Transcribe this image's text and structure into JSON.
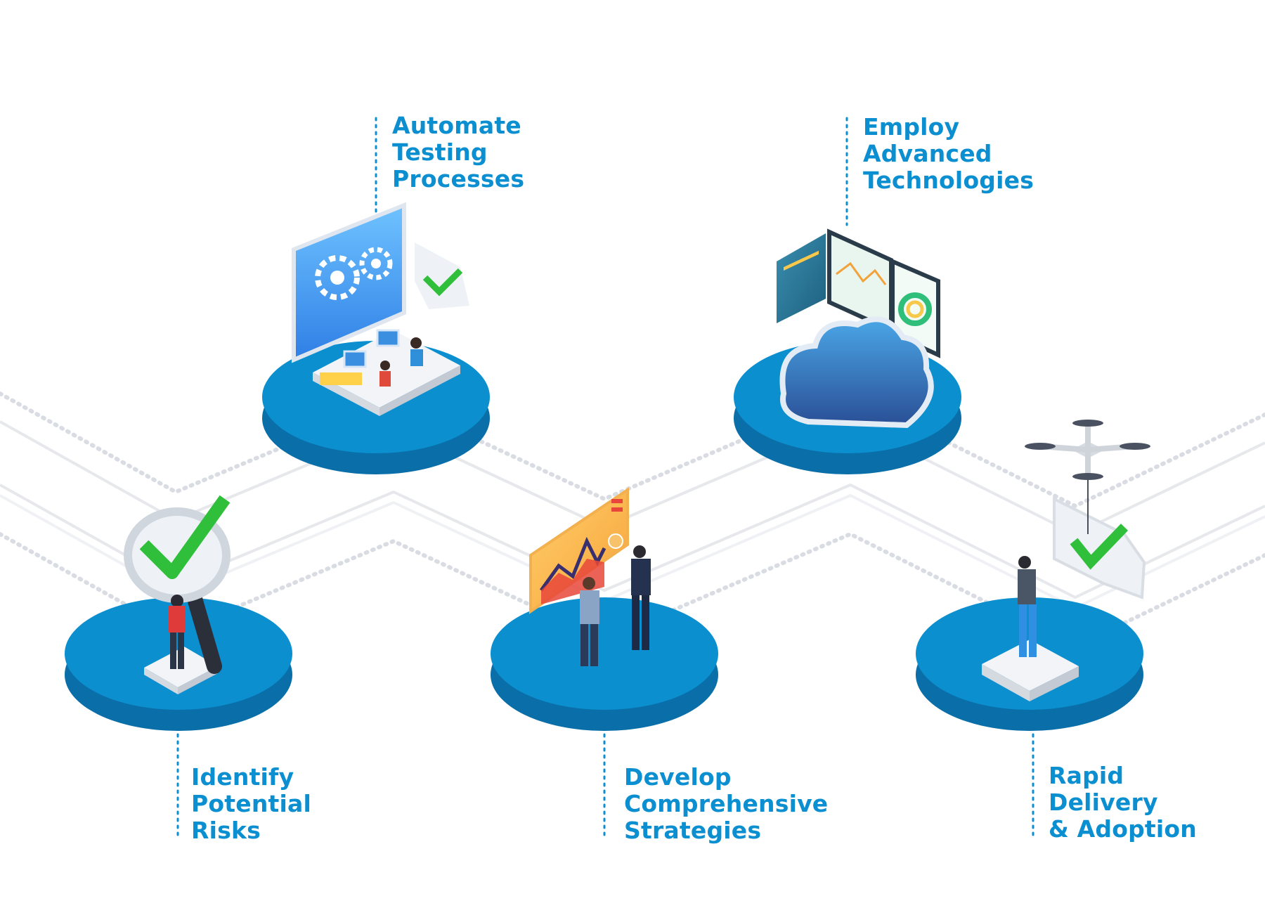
{
  "colors": {
    "accent": "#0b8fd0",
    "platform_top": "#0b8fcf",
    "platform_side": "#0a6ea8",
    "check_green": "#2fbf3a",
    "path_line": "#e6e8ec"
  },
  "steps": [
    {
      "id": "identify",
      "lines": [
        "Identify",
        "Potential",
        "Risks"
      ],
      "icon": "magnifier-check-icon"
    },
    {
      "id": "automate",
      "lines": [
        "Automate",
        "Testing",
        "Processes"
      ],
      "icon": "gears-monitor-icon"
    },
    {
      "id": "develop",
      "lines": [
        "Develop",
        "Comprehensive",
        "Strategies"
      ],
      "icon": "chart-board-icon"
    },
    {
      "id": "employ",
      "lines": [
        "Employ",
        "Advanced",
        "Technologies"
      ],
      "icon": "cloud-dashboard-icon"
    },
    {
      "id": "deliver",
      "lines": [
        "Rapid",
        "Delivery",
        "& Adoption"
      ],
      "icon": "drone-delivery-icon"
    }
  ]
}
